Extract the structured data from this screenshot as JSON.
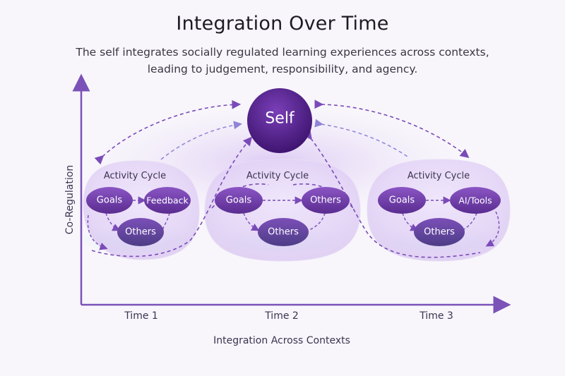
{
  "title": "Integration Over Time",
  "subtitle_lines": [
    "The self integrates socially regulated learning experiences across contexts,",
    "leading to judgement, responsibility, and agency."
  ],
  "self_label": "Self",
  "y_axis_label": "Co-Regulation",
  "x_axis_label": "Integration Across Contexts",
  "times": [
    "Time 1",
    "Time 2",
    "Time 3"
  ],
  "cycles": [
    {
      "label": "Activity Cycle",
      "nodes": [
        "Goals",
        "Feedback",
        "Others"
      ]
    },
    {
      "label": "Activity Cycle",
      "nodes": [
        "Goals",
        "Others",
        "Others"
      ]
    },
    {
      "label": "Activity Cycle",
      "nodes": [
        "Goals",
        "AI/Tools",
        "Others"
      ]
    }
  ],
  "colors": {
    "node": "#6a3a9e",
    "node_light": "#8e5cc2",
    "self": "#4b1f7f",
    "arrow": "#7a4bb8",
    "axis": "#7a52b8",
    "x_axis_label": "#3f6f86"
  }
}
